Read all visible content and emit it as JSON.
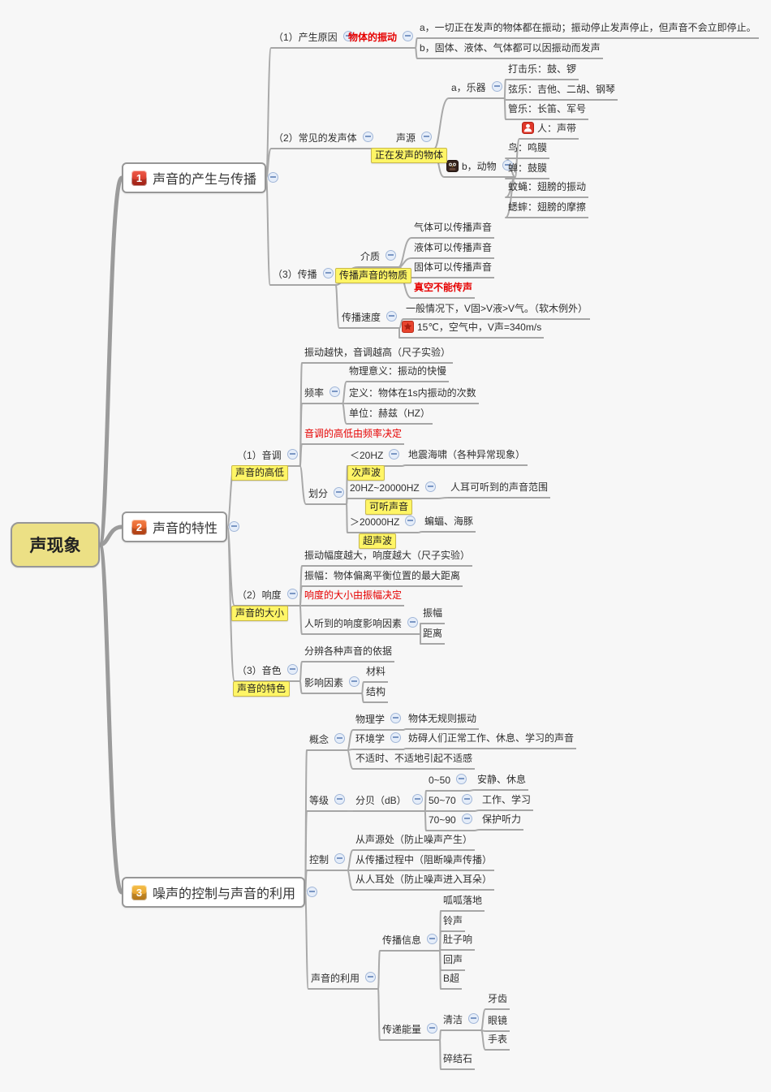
{
  "root": {
    "label": "声现象"
  },
  "colors": {
    "root_fill": "#ece085",
    "line_gray": "#a6a6a6",
    "emphasis_red": "#e60000",
    "note_yellow_bg": "#fff566",
    "badge_1": "#d9382a",
    "badge_2": "#e2572b",
    "badge_3": "#e89b26",
    "collapse_bg": "#e5edf9",
    "collapse_border": "#a2b7d8"
  },
  "icons": {
    "collapse": "minus-circle-icon",
    "person": "person-badge-icon",
    "animal": "owl-icon",
    "star": "star-badge-icon"
  },
  "b1": {
    "badge": "1",
    "label": "声音的产生与传播",
    "cause_label": "（1）产生原因",
    "cause_answer": "物体的振动",
    "cause_a": "a，一切正在发声的物体都在振动；振动停止发声停止，但声音不会立即停止。",
    "cause_b": "b，固体、液体、气体都可以因振动而发声",
    "common_label": "（2）常见的发声体",
    "source_label": "声源",
    "source_note": "正在发声的物体",
    "instruments_label": "a，乐器",
    "instruments": [
      "打击乐：鼓、锣",
      "弦乐：吉他、二胡、钢琴",
      "管乐：长笛、军号"
    ],
    "animals_label": "b，动物",
    "animals": [
      "人：声带",
      "鸟：鸣膜",
      "蝉：鼓膜",
      "蚊蝇：翅膀的振动",
      "蟋蟀：翅膀的摩擦"
    ],
    "spread_label": "（3）传播",
    "medium_label": "介质",
    "medium_note": "传播声音的物质",
    "medium_items": [
      "气体可以传播声音",
      "液体可以传播声音",
      "固体可以传播声音"
    ],
    "vacuum": "真空不能传声",
    "speed_label": "传播速度",
    "speed_general": "一般情况下，V固>V液>V气。（软木例外）",
    "speed_air": "15℃，空气中，V声=340m/s"
  },
  "b2": {
    "badge": "2",
    "label": "声音的特性",
    "pitch_label": "（1）音调",
    "pitch_note": "声音的高低",
    "pitch_rule": "振动越快，音调越高（尺子实验）",
    "freq_label": "频率",
    "freq_meaning": "物理意义：振动的快慢",
    "freq_def": "定义：物体在1s内振动的次数",
    "freq_unit": "单位：赫兹（HZ）",
    "pitch_red": "音调的高低由频率决定",
    "divide_label": "划分",
    "d1_label": "＜20HZ",
    "d1_note": "次声波",
    "d1_child": "地震海啸（各种异常现象）",
    "d2_label": "20HZ~20000HZ",
    "d2_note": "可听声音",
    "d2_child": "人耳可听到的声音范围",
    "d3_label": "＞20000HZ",
    "d3_note": "超声波",
    "d3_child": "蝙蝠、海豚",
    "loud_label": "（2）响度",
    "loud_note": "声音的大小",
    "loud_rule": "振动幅度越大，响度越大（尺子实验）",
    "amplitude": "振幅：物体偏离平衡位置的最大距离",
    "loud_red": "响度的大小由振幅决定",
    "factors_label": "人听到的响度影响因素",
    "factors": [
      "振幅",
      "距离"
    ],
    "timbre_label": "（3）音色",
    "timbre_note": "声音的特色",
    "timbre_basis": "分辨各种声音的依据",
    "timbre_factors_label": "影响因素",
    "timbre_factors": [
      "材料",
      "结构"
    ]
  },
  "b3": {
    "badge": "3",
    "label": "噪声的控制与声音的利用",
    "concept_label": "概念",
    "physics_label": "物理学",
    "physics_def": "物体无规则振动",
    "env_label": "环境学",
    "env_def": "妨碍人们正常工作、休息、学习的声音",
    "feel": "不适时、不适地引起不适感",
    "level_label": "等级",
    "db_label": "分贝（dB）",
    "db1_label": "0~50",
    "db1_use": "安静、休息",
    "db2_label": "50~70",
    "db2_use": "工作、学习",
    "db3_label": "70~90",
    "db3_use": "保护听力",
    "control_label": "控制",
    "controls": [
      "从声源处（防止噪声产生）",
      "从传播过程中（阻断噪声传播）",
      "从人耳处（防止噪声进入耳朵）"
    ],
    "use_label": "声音的利用",
    "info_label": "传播信息",
    "info_items": [
      "呱呱落地",
      "铃声",
      "肚子响",
      "回声",
      "B超"
    ],
    "energy_label": "传递能量",
    "clean_label": "清洁",
    "clean_items": [
      "牙齿",
      "眼镜",
      "手表"
    ],
    "stone": "碎结石"
  }
}
